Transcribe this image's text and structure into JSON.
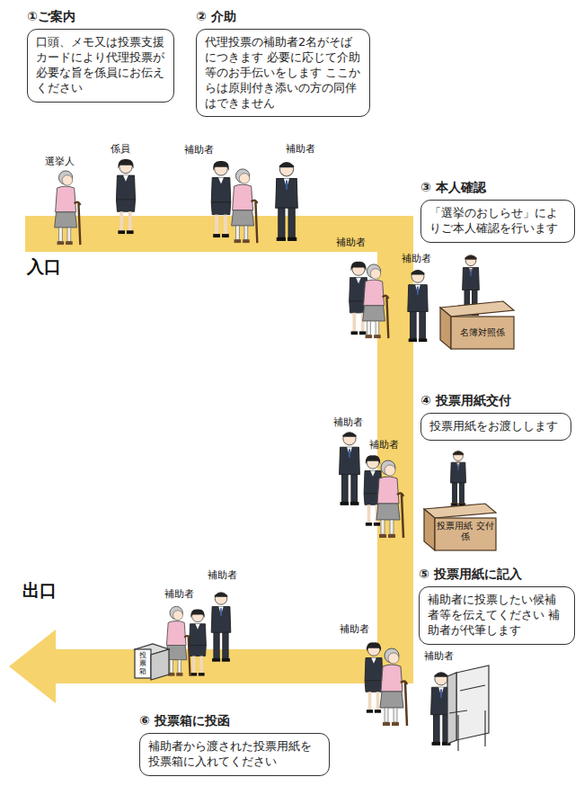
{
  "diagram": {
    "nodes": [
      {
        "text": [
          "①ご案内",
          "口頭、メモ又は投票支援カードにより代理投票が必要な旨を係員にお伝えください"
        ]
      },
      {
        "text": [
          "② 介助",
          "代理投票の補助者2名がそばにつきます 必要に応じて介助等のお手伝いをします ここからは原則付き添いの方の同伴はできません"
        ]
      },
      {
        "text": [
          "③ 本人確認",
          "「選挙のおしらせ」によりご本人確認を行います"
        ]
      },
      {
        "text": [
          "④ 投票用紙交付",
          "投票用紙をお渡しします"
        ]
      },
      {
        "text": [
          "⑤ 投票用紙に記入",
          "補助者に投票したい候補者等を伝えてください 補助者が代筆します"
        ]
      },
      {
        "text": [
          "⑥ 投票箱に投函",
          "補助者から渡された投票用紙を投票箱に入れてください"
        ]
      },
      {
        "text": [
          "名簿対照係"
        ]
      },
      {
        "text": [
          "投票用紙 交付係"
        ]
      }
    ],
    "labels": [
      "選挙人",
      "係員",
      "補助者",
      "補助者",
      "補助者",
      "補助者",
      "補助者",
      "補助者",
      "補助者",
      "補助者",
      "補助者",
      "補助者",
      "入口",
      "出口",
      "投票箱"
    ]
  }
}
